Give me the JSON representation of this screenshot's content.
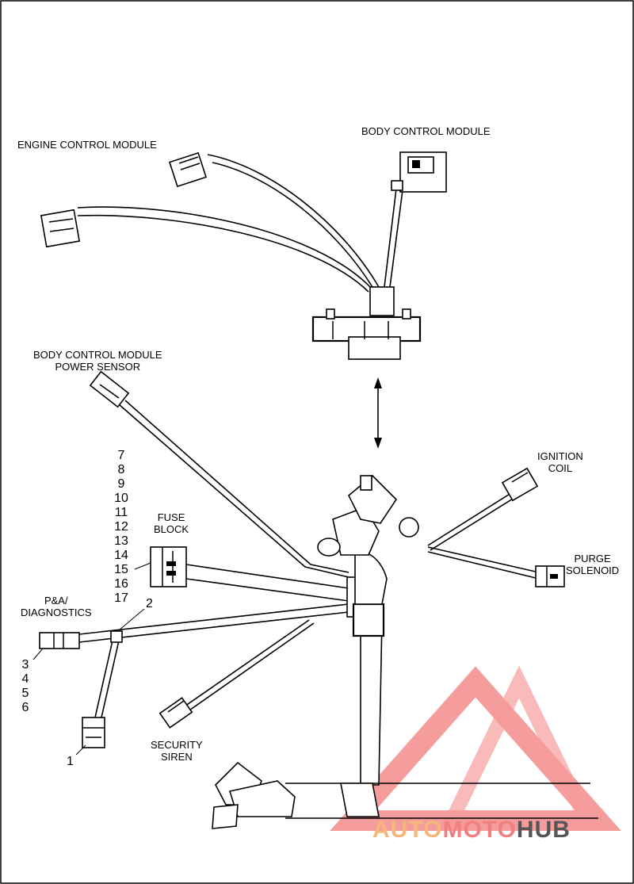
{
  "labels": {
    "engine_control_module": "ENGINE CONTROL MODULE",
    "body_control_module": "BODY CONTROL MODULE",
    "bcm_power_sensor_line1": "BODY CONTROL MODULE",
    "bcm_power_sensor_line2": "POWER SENSOR",
    "ignition_coil_line1": "IGNITION",
    "ignition_coil_line2": "COIL",
    "fuse_block_line1": "FUSE",
    "fuse_block_line2": "BLOCK",
    "purge_solenoid_line1": "PURGE",
    "purge_solenoid_line2": "SOLENOID",
    "pa_diagnostics_line1": "P&A/",
    "pa_diagnostics_line2": "DIAGNOSTICS",
    "security_siren_line1": "SECURITY",
    "security_siren_line2": "SIREN"
  },
  "callouts": {
    "fuse_list": [
      "7",
      "8",
      "9",
      "10",
      "11",
      "12",
      "13",
      "14",
      "15",
      "16",
      "17"
    ],
    "diag_list": [
      "3",
      "4",
      "5",
      "6"
    ],
    "item_1": "1",
    "item_2": "2"
  },
  "watermark": {
    "part1": "AUTO",
    "part2": "MOTO",
    "part3": "HUB",
    "color1": "#f5b87a",
    "color2": "#f08080",
    "color3": "#555555",
    "logo_color": "#f27b7b"
  }
}
